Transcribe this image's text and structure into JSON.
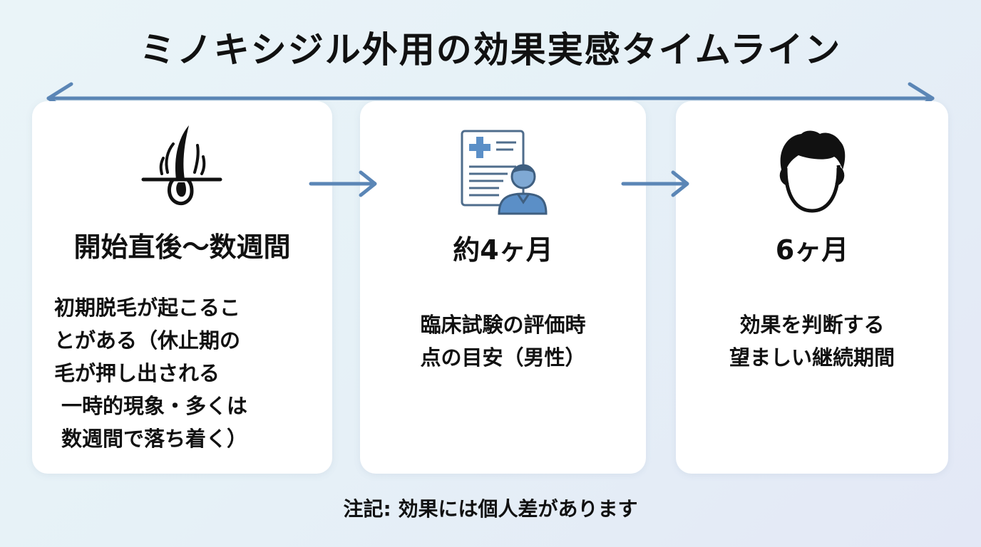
{
  "title": "ミノキシジル外用の効果実感タイムライン",
  "colors": {
    "arrow": "#5b86b6",
    "icon_accent": "#5b8fc7",
    "icon_dark": "#111111",
    "card_bg": "#ffffff"
  },
  "steps": [
    {
      "icon": "hair-follicle-icon",
      "heading": "開始直後〜数週間",
      "lines": [
        "初期脱毛が起こるこ",
        "とがある（休止期の",
        "毛が押し出される",
        "一時的現象・多くは",
        "数週間で落ち着く）"
      ]
    },
    {
      "icon": "medical-report-doctor-icon",
      "heading": "約4ヶ月",
      "lines": [
        "臨床試験の評価時",
        "点の目安（男性）"
      ]
    },
    {
      "icon": "person-face-icon",
      "heading": "6ヶ月",
      "lines": [
        "効果を判断する",
        "望ましい継続期間"
      ]
    }
  ],
  "note": "注記: 効果には個人差があります"
}
